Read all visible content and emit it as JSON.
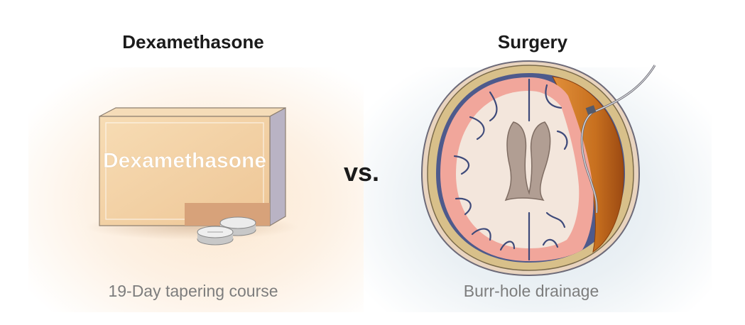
{
  "left": {
    "heading": "Dexamethasone",
    "box_label": "Dexamethasone",
    "caption": "19-Day tapering course"
  },
  "right": {
    "heading": "Surgery",
    "caption": "Burr-hole drainage"
  },
  "vs_label": "vs.",
  "colors": {
    "box_front": "#f4d2a7",
    "box_top": "#f7deb9",
    "box_side": "#b9b3c4",
    "hematoma": "#c6701e",
    "skull": "#d8c08a",
    "brain": "#f2ded7",
    "gyri": "#f2a49a"
  }
}
